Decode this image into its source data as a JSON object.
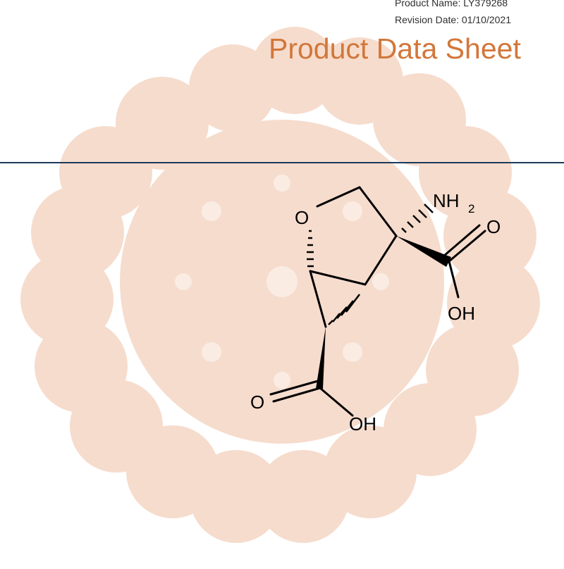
{
  "header": {
    "product_name_line": "Product Name: LY379268",
    "revision_date_line": "Revision Date: 01/10/2021"
  },
  "document": {
    "title": "Product Data Sheet"
  },
  "structure": {
    "atoms": {
      "oxygen_ring": "O",
      "amine": "NH",
      "amine_subscript": "2",
      "carbonyl_oxygen_right": "O",
      "hydroxyl_right": "OH",
      "carbonyl_oxygen_bottom": "O",
      "hydroxyl_bottom": "OH"
    }
  },
  "colors": {
    "title": "#d2773a",
    "rule": "#1c3a5a",
    "watermark": "#f6dccd"
  }
}
